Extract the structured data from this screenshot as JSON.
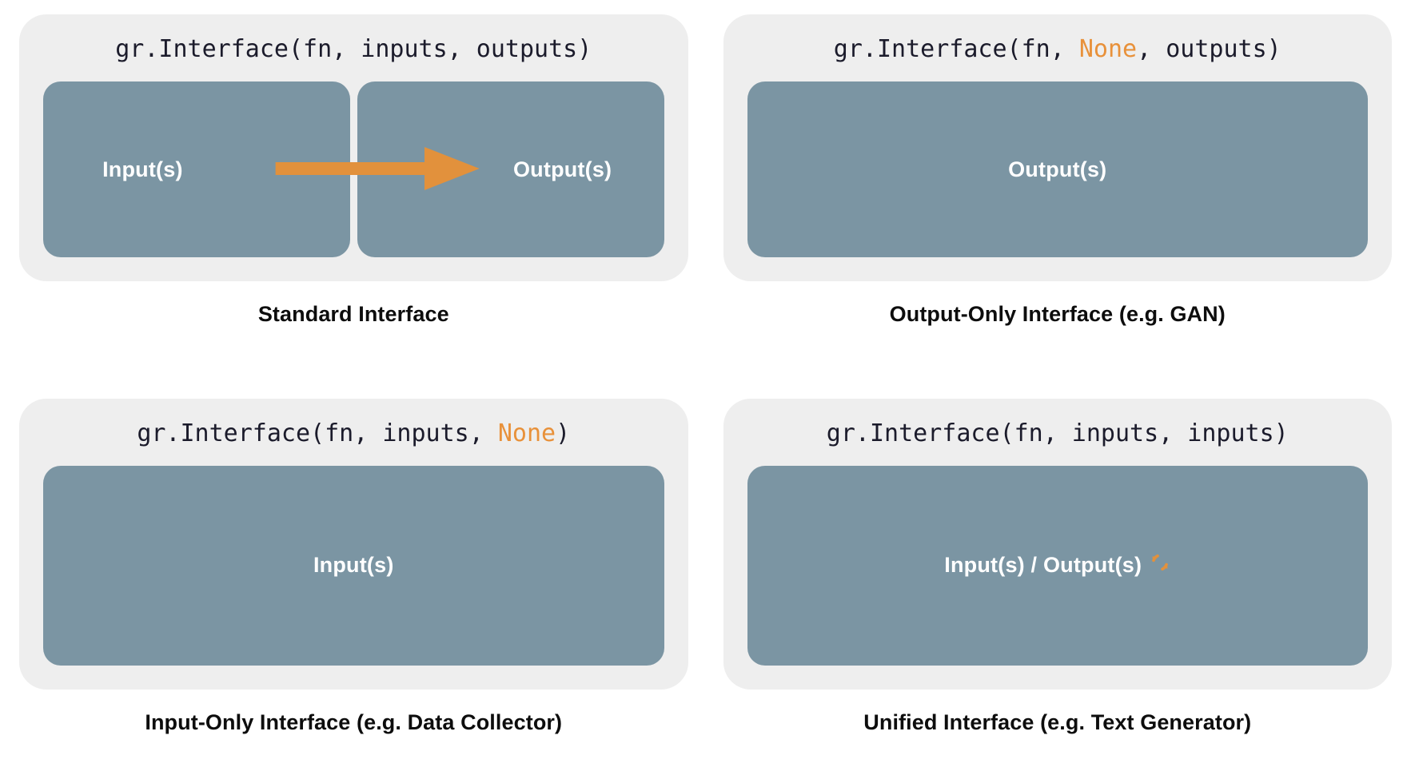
{
  "theme": {
    "page_background": "#ffffff",
    "card_background": "#eeeeee",
    "box_fill": "#7b95a3",
    "box_label_color": "#ffffff",
    "code_color": "#1b1b2b",
    "accent_orange": "#e8913a",
    "arrow_color": "#e2913c",
    "caption_color": "#0d0d0d"
  },
  "panels": [
    {
      "id": "standard-interface",
      "signature": {
        "prefix": "gr.Interface(fn, inputs, outputs)",
        "pre": "gr.Interface(fn, inputs, outputs)",
        "highlight": "",
        "post": ""
      },
      "boxes": [
        {
          "label": "Input(s)"
        },
        {
          "label": "Output(s)"
        }
      ],
      "arrow": {
        "present": true,
        "direction": "left-to-right",
        "name": "flow-arrow"
      },
      "caption": "Standard Interface"
    },
    {
      "id": "output-only-interface",
      "signature": {
        "pre": "gr.Interface(fn, ",
        "highlight": "None",
        "post": ", outputs)"
      },
      "boxes": [
        {
          "label": "Output(s)"
        }
      ],
      "arrow": {
        "present": false
      },
      "caption": "Output-Only Interface (e.g. GAN)"
    },
    {
      "id": "input-only-interface",
      "signature": {
        "pre": "gr.Interface(fn, inputs, ",
        "highlight": "None",
        "post": ")"
      },
      "boxes": [
        {
          "label": "Input(s)"
        }
      ],
      "arrow": {
        "present": false
      },
      "caption": "Input-Only Interface (e.g. Data Collector)"
    },
    {
      "id": "unified-interface",
      "signature": {
        "pre": "gr.Interface(fn, inputs, inputs)",
        "highlight": "",
        "post": ""
      },
      "boxes": [
        {
          "label": "Input(s) / Output(s)"
        }
      ],
      "arrow": {
        "present": false
      },
      "cycle_icon": "cycle-refresh-icon",
      "caption": "Unified Interface (e.g. Text Generator)"
    }
  ]
}
